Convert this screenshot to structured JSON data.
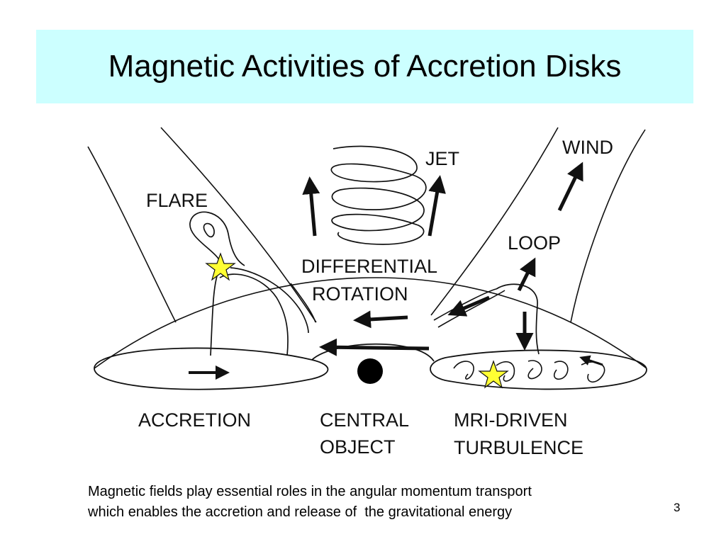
{
  "slide": {
    "title": "Magnetic Activities of Accretion Disks",
    "page_number": "3",
    "title_bg": "#ccffff",
    "star_color": "#ffff33"
  },
  "diagram": {
    "labels": {
      "jet": "JET",
      "wind": "WIND",
      "flare": "FLARE",
      "loop": "LOOP",
      "differential_rotation_line1": "DIFFERENTIAL",
      "differential_rotation_line2": "ROTATION",
      "accretion": "ACCRETION",
      "central_line1": "CENTRAL",
      "central_line2": "OBJECT",
      "mri_line1": "MRI-DRIVEN",
      "mri_line2": "TURBULENCE"
    }
  },
  "caption": {
    "line1": "Magnetic fields play essential roles in the angular momentum transport",
    "line2": "which enables the accretion and release of  the gravitational energy"
  }
}
